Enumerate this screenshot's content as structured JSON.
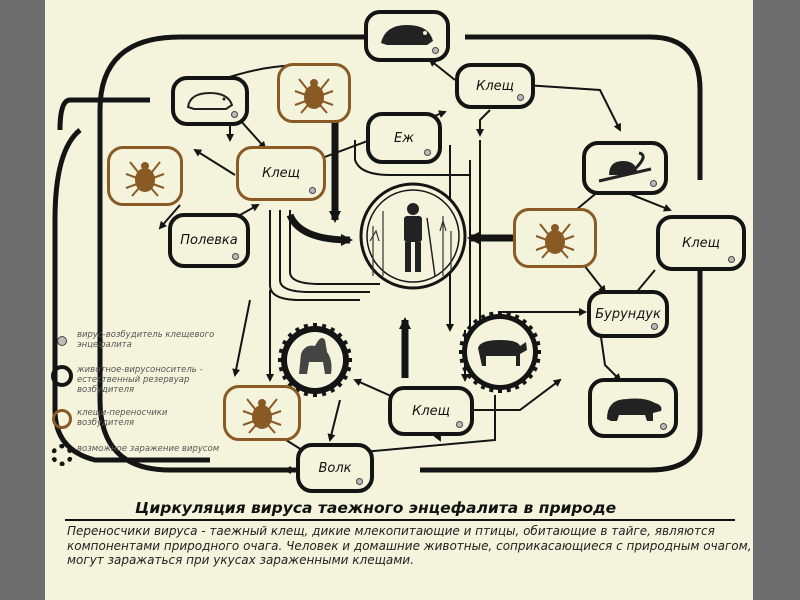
{
  "colors": {
    "background": "#f4f4dc",
    "frame": "#6e6e6e",
    "ink": "#141414",
    "tick_brown": "#8a5a24"
  },
  "nodes": {
    "mole": {
      "label": "",
      "icon": "mole-icon"
    },
    "hedgehog": {
      "label": "Еж"
    },
    "tick_top": {
      "label": "Клещ"
    },
    "tick_left": {
      "label": "Клещ"
    },
    "tick_right": {
      "label": "Клещ"
    },
    "tick_bottom": {
      "label": "Клещ"
    },
    "vole": {
      "label": "Полевка"
    },
    "chipmunk": {
      "label": "Бурундук"
    },
    "wolf": {
      "label": "Волк"
    }
  },
  "legend": [
    {
      "icon": "virus-dot-icon",
      "text": "вирус-возбудитель клещевого энцефалита"
    },
    {
      "icon": "black-ring-icon",
      "text": "животное-вирусоноситель - естественный резервуар возбудителя"
    },
    {
      "icon": "brown-ring-icon",
      "text": "клещи-переносчики возбудителя"
    },
    {
      "icon": "gear-ring-icon",
      "text": "возможное заражение вирусом"
    }
  ],
  "caption": {
    "title": "Циркуляция вируса таежного энцефалита в природе",
    "text": "Переносчики вируса - таежный клещ, дикие млекопитающие и птицы, обитающие в тайге, являются компонентами природного очага. Человек и домашние животные, соприкасающиеся с природным очагом, могут заражаться при укусах зараженными клещами."
  }
}
